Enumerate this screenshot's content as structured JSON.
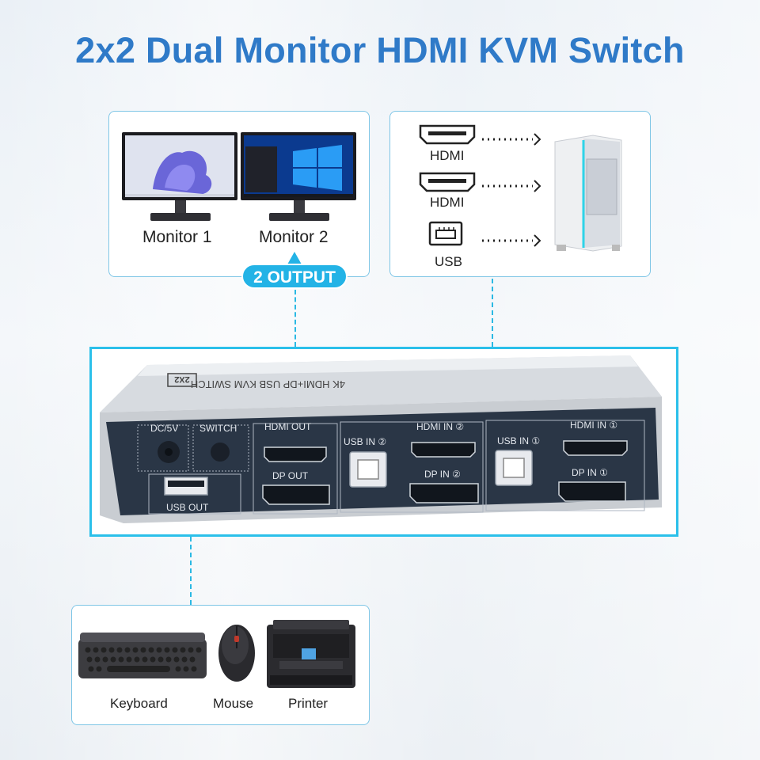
{
  "title": "2x2 Dual Monitor HDMI KVM Switch",
  "monitors": [
    {
      "label": "Monitor 1"
    },
    {
      "label": "Monitor 2"
    }
  ],
  "output_badge": "2 OUTPUT",
  "connections": [
    {
      "label": "HDMI",
      "icon": "hdmi-connector-icon"
    },
    {
      "label": "HDMI",
      "icon": "hdmi-connector-icon"
    },
    {
      "label": "USB",
      "icon": "usb-b-connector-icon"
    }
  ],
  "device": {
    "top_text": "4K HDMI+DP USB KVM SWITCH",
    "model_badge": "2X2",
    "ports": {
      "dc": "DC/5V",
      "switch": "SWITCH",
      "hdmi_out": "HDMI OUT",
      "dp_out": "DP OUT",
      "usb_out": "USB OUT",
      "usb_in_2": "USB IN ②",
      "hdmi_in_2": "HDMI IN ②",
      "dp_in_2": "DP IN ②",
      "usb_in_1": "USB IN ①",
      "hdmi_in_1": "HDMI IN ①",
      "dp_in_1": "DP IN ①"
    }
  },
  "peripherals": [
    {
      "label": "Keyboard"
    },
    {
      "label": "Mouse"
    },
    {
      "label": "Printer"
    }
  ],
  "colors": {
    "title": "#2f7ac8",
    "accent": "#23b3e6",
    "panel": "#2a3646"
  }
}
